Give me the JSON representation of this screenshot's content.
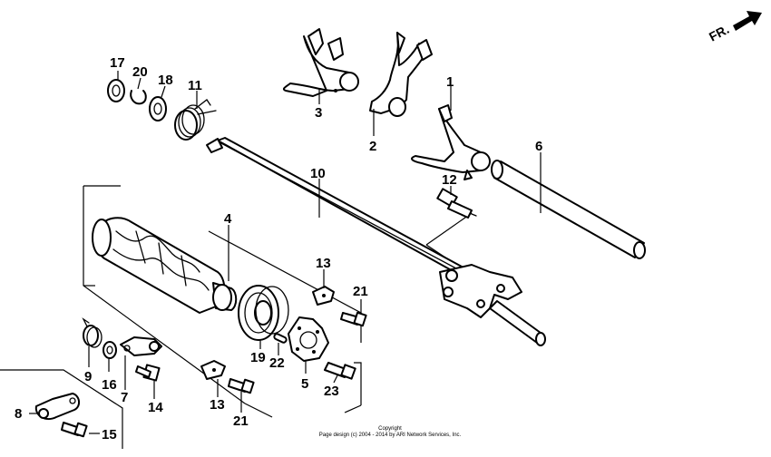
{
  "diagram": {
    "direction_label": "FR.",
    "callouts": {
      "c1": "1",
      "c2": "2",
      "c3": "3",
      "c4": "4",
      "c5": "5",
      "c6": "6",
      "c7": "7",
      "c8": "8",
      "c9": "9",
      "c10": "10",
      "c11": "11",
      "c12": "12",
      "c13a": "13",
      "c13b": "13",
      "c14": "14",
      "c15": "15",
      "c16": "16",
      "c17": "17",
      "c18": "18",
      "c19": "19",
      "c20": "20",
      "c21a": "21",
      "c21b": "21",
      "c22": "22",
      "c23": "23"
    },
    "copyright_line1": "Copyright",
    "copyright_line2": "Page design (c) 2004 - 2014 by ARI Network Services, Inc."
  }
}
